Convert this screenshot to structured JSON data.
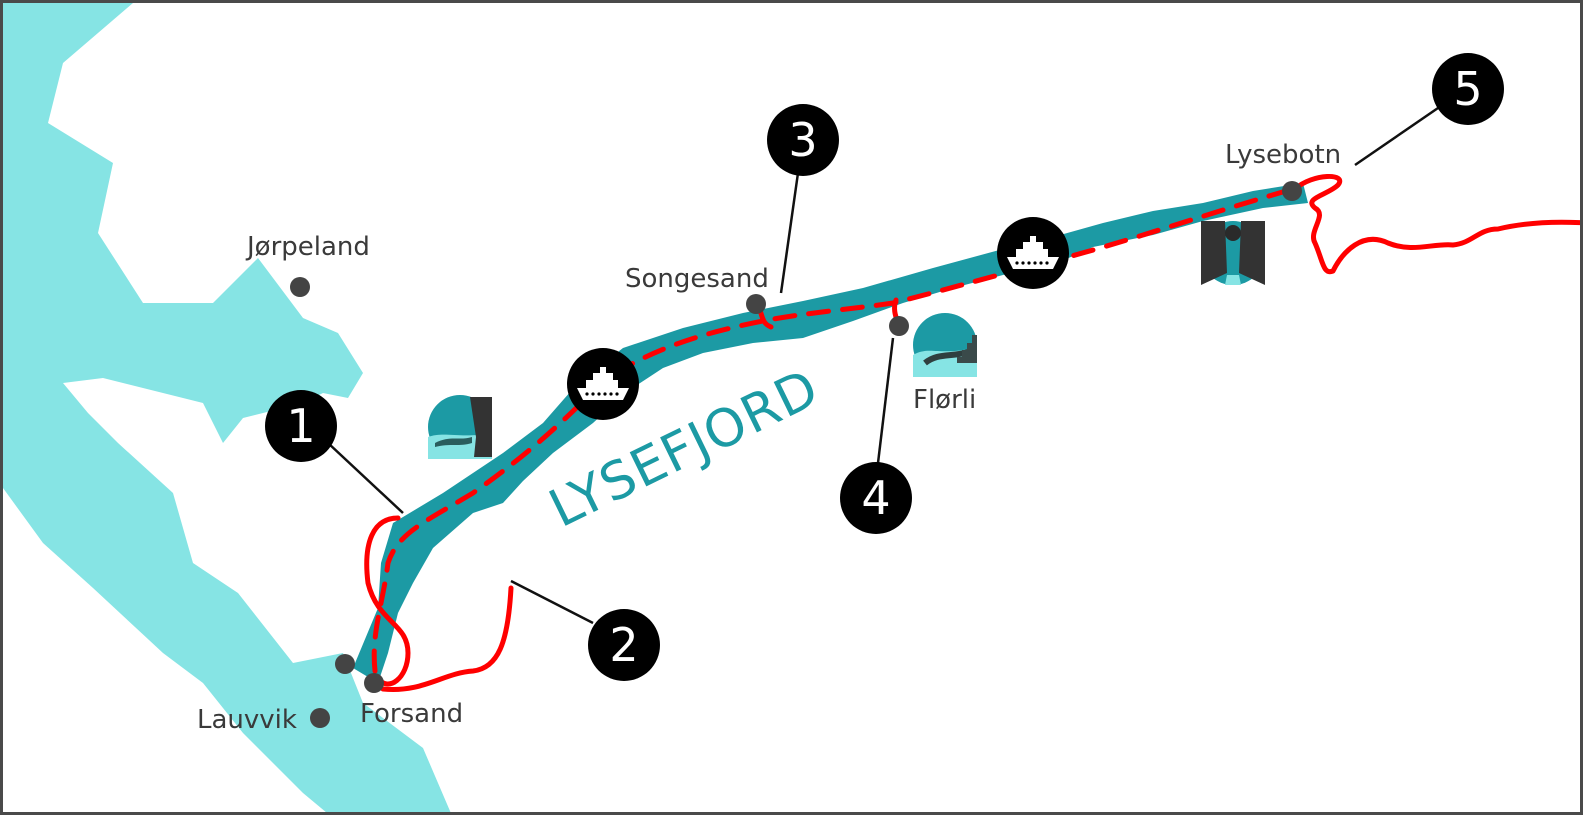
{
  "map": {
    "fjord_name": "LYSEFJORD",
    "colors": {
      "sea": "#86e4e4",
      "fjord": "#1c9aa4",
      "route": "#ff0000",
      "marker": "#000000",
      "place_dot": "#444444",
      "leader_line": "#111111",
      "frame": "#4a4a4a"
    },
    "places": [
      {
        "id": "jorpeland",
        "label": "Jørpeland"
      },
      {
        "id": "songesand",
        "label": "Songesand"
      },
      {
        "id": "florli",
        "label": "Flørli"
      },
      {
        "id": "lysebotn",
        "label": "Lysebotn"
      },
      {
        "id": "forsand",
        "label": "Forsand"
      },
      {
        "id": "lauvvik",
        "label": "Lauvvik"
      }
    ],
    "markers": [
      {
        "id": "m1",
        "number": "1"
      },
      {
        "id": "m2",
        "number": "2"
      },
      {
        "id": "m3",
        "number": "3"
      },
      {
        "id": "m4",
        "number": "4"
      },
      {
        "id": "m5",
        "number": "5"
      }
    ],
    "icons": [
      {
        "id": "ferry1",
        "name": "ferry-icon"
      },
      {
        "id": "ferry2",
        "name": "ferry-icon"
      },
      {
        "id": "preikestolen",
        "name": "pulpit-rock-icon"
      },
      {
        "id": "florli-stairs",
        "name": "stairs-icon"
      },
      {
        "id": "kjerag",
        "name": "kjeragbolten-icon"
      }
    ]
  }
}
